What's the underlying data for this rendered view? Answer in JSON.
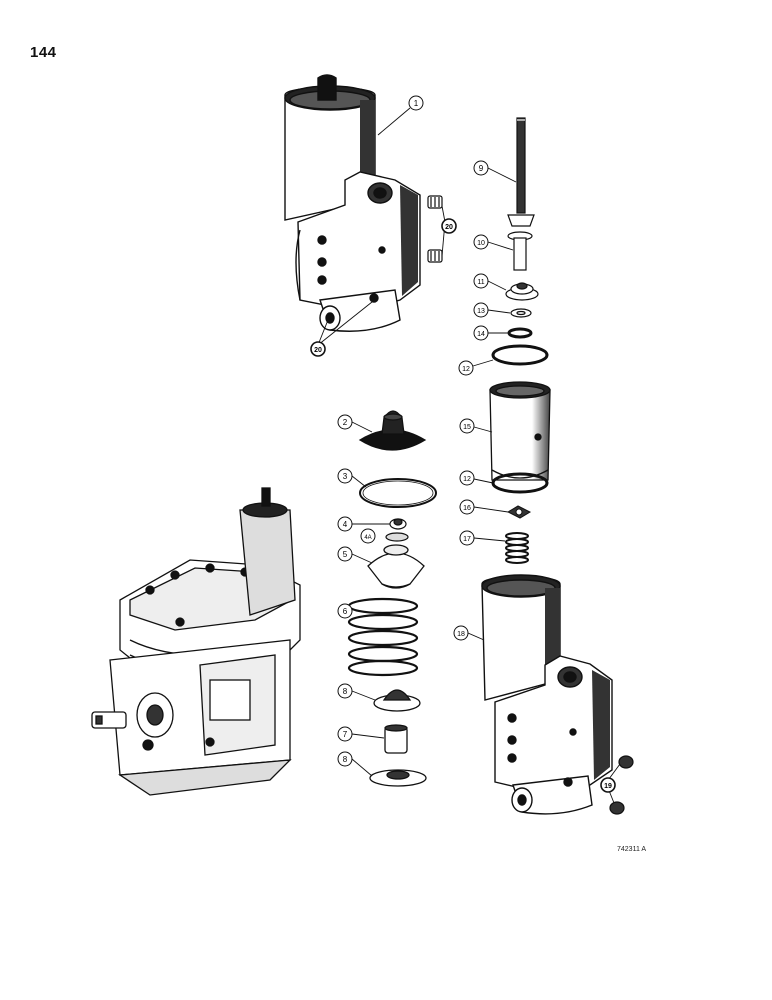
{
  "page": {
    "number": "144",
    "figure_id": "742311 A"
  },
  "callouts": {
    "c1": "1",
    "c2": "2",
    "c3": "3",
    "c4": "4",
    "c4a": "4A",
    "c5": "5",
    "c6": "6",
    "c7": "7",
    "c8a": "8",
    "c8b": "8",
    "c9": "9",
    "c10": "10",
    "c11": "11",
    "c12a": "12",
    "c12b": "12",
    "c13": "13",
    "c14": "14",
    "c15": "15",
    "c16": "16",
    "c17": "17",
    "c18": "18",
    "c19": "19",
    "c20a": "20",
    "c20b": "20"
  }
}
